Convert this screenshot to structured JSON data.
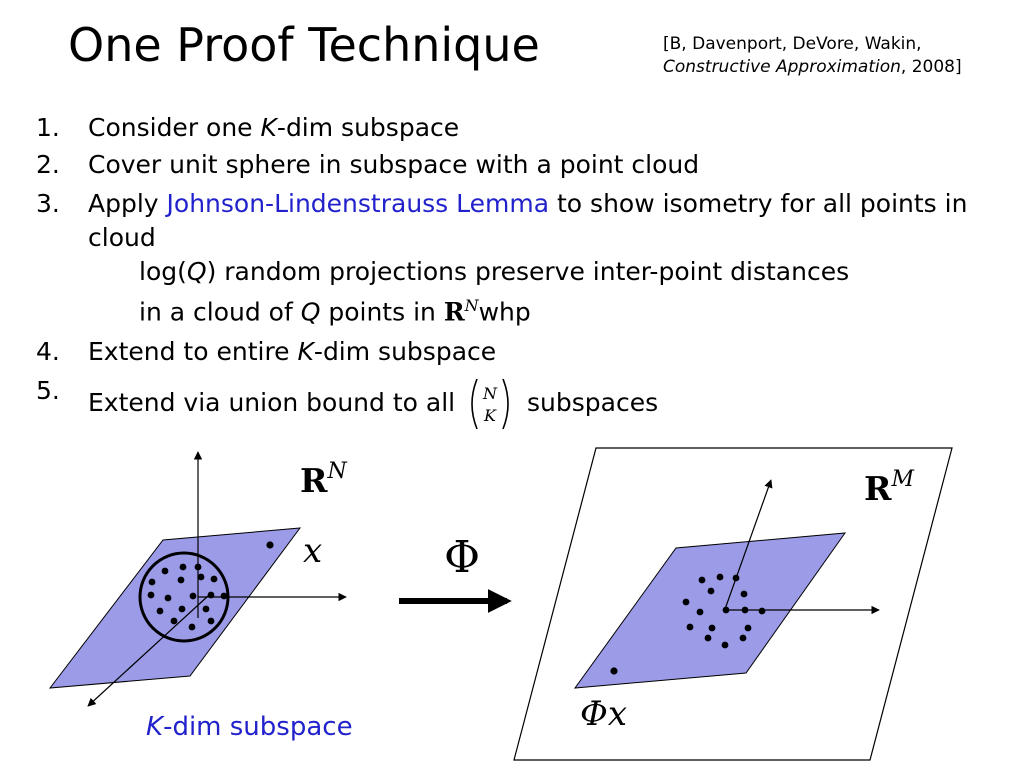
{
  "title": "One Proof Technique",
  "citation": {
    "line1": "[B, Davenport, DeVore, Wakin,",
    "journal": "Constructive Approximation",
    "year": ", 2008]"
  },
  "steps": [
    {
      "num": "1.",
      "pre": "Consider one ",
      "var": "K",
      "post": "-dim subspace"
    },
    {
      "num": "2.",
      "text": "Cover unit sphere in subspace with a point cloud"
    },
    {
      "num": "3.",
      "pre": "Apply ",
      "link": "Johnson-Lindenstrauss Lemma",
      "post": " to show isometry for all points in cloud",
      "sub1_pre": "log(",
      "sub1_var": "Q",
      "sub1_post": ") random projections preserve inter-point distances",
      "sub2_pre": "in a cloud of ",
      "sub2_var": "Q",
      "sub2_mid": " points in ",
      "space": "R",
      "space_exp": "N",
      "sub2_post": "whp"
    },
    {
      "num": "4.",
      "pre": "Extend to entire ",
      "var": "K",
      "post": "-dim subspace"
    },
    {
      "num": "5.",
      "pre": "Extend via union bound to all ",
      "binom_top": "N",
      "binom_bottom": "K",
      "post": " subspaces"
    }
  ],
  "figure": {
    "left_space": "R",
    "left_space_exp": "N",
    "right_space": "R",
    "right_space_exp": "M",
    "point_label": "x",
    "operator": "Φ",
    "projected_label": "Φx",
    "caption_var": "K",
    "caption_rest": "-dim subspace",
    "plane_color": "#9b9be8",
    "caption_color": "#2222cc"
  }
}
